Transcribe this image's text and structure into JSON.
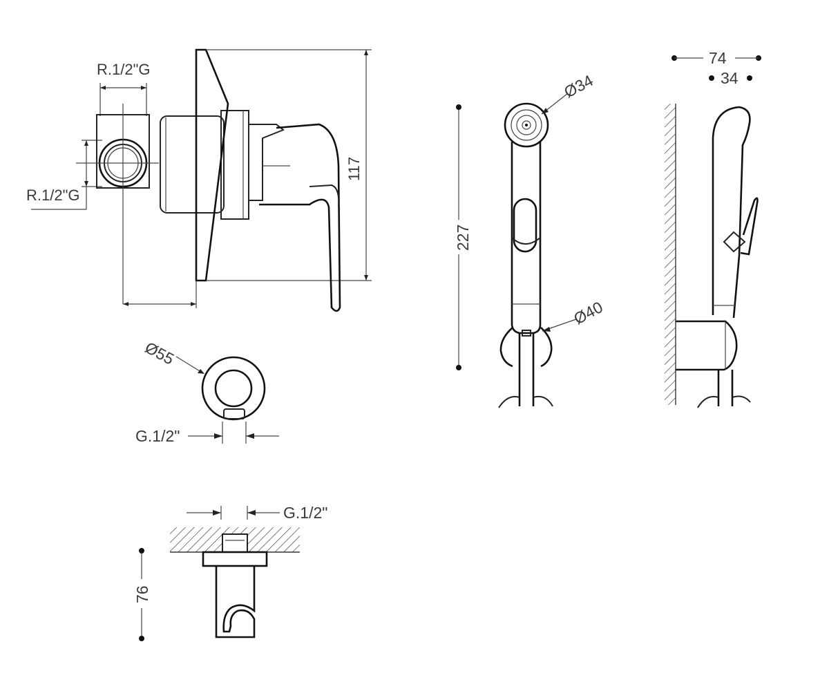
{
  "valve_view": {
    "thread_top": "R.1/2\"G",
    "thread_side": "R.1/2\"G",
    "height": "117"
  },
  "outlet_front": {
    "diameter": "Ø55",
    "thread": "G.1/2\""
  },
  "holder_side": {
    "thread": "G.1/2\"",
    "depth": "76"
  },
  "handshower_front": {
    "head_diameter": "Ø34",
    "length": "227",
    "holder_diameter": "Ø40"
  },
  "handshower_side": {
    "projection": "74",
    "head_depth": "34"
  }
}
